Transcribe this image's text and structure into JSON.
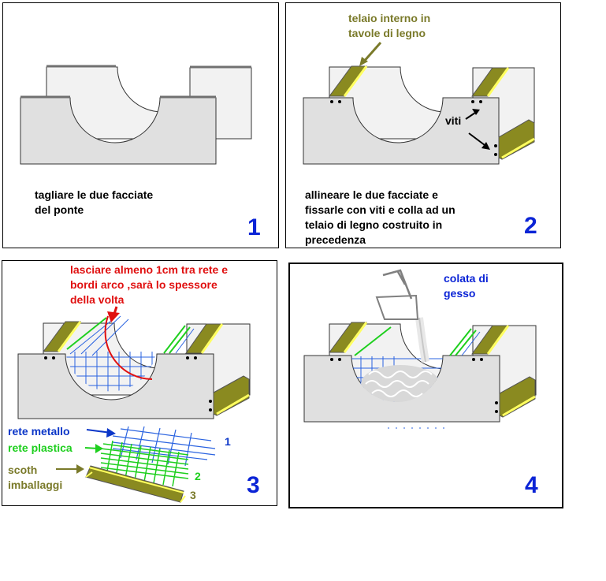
{
  "colors": {
    "step_number": "#0b24d6",
    "wood_label": "#7a7a2a",
    "warning": "#e01010",
    "metal_net": "#0b36c8",
    "plastic_net": "#1ecf1e",
    "tape": "#7a7a2a",
    "plaster_label": "#0b24d6"
  },
  "panel1": {
    "caption_line1": "tagliare le due facciate",
    "caption_line2": "del ponte",
    "step": "1"
  },
  "panel2": {
    "frame_label_line1": "telaio interno in",
    "frame_label_line2": "tavole di legno",
    "screws_label": "viti",
    "caption_line1": "allineare le due facciate e",
    "caption_line2": "fissarle con viti e colla ad un",
    "caption_line3": "telaio di legno costruito in",
    "caption_line4": "precedenza",
    "step": "2"
  },
  "panel3": {
    "note_line1": "lasciare almeno 1cm tra rete e",
    "note_line2": "bordi arco ,sarà lo spessore",
    "note_line3": "della volta",
    "metal_net_label": "rete metallo",
    "plastic_net_label": "rete plastica",
    "tape_label_line1": "scoth",
    "tape_label_line2": "imballaggi",
    "layer1": "1",
    "layer2": "2",
    "layer3": "3",
    "step": "3"
  },
  "panel4": {
    "pour_label_line1": "colata di",
    "pour_label_line2": "gesso",
    "step": "4"
  }
}
